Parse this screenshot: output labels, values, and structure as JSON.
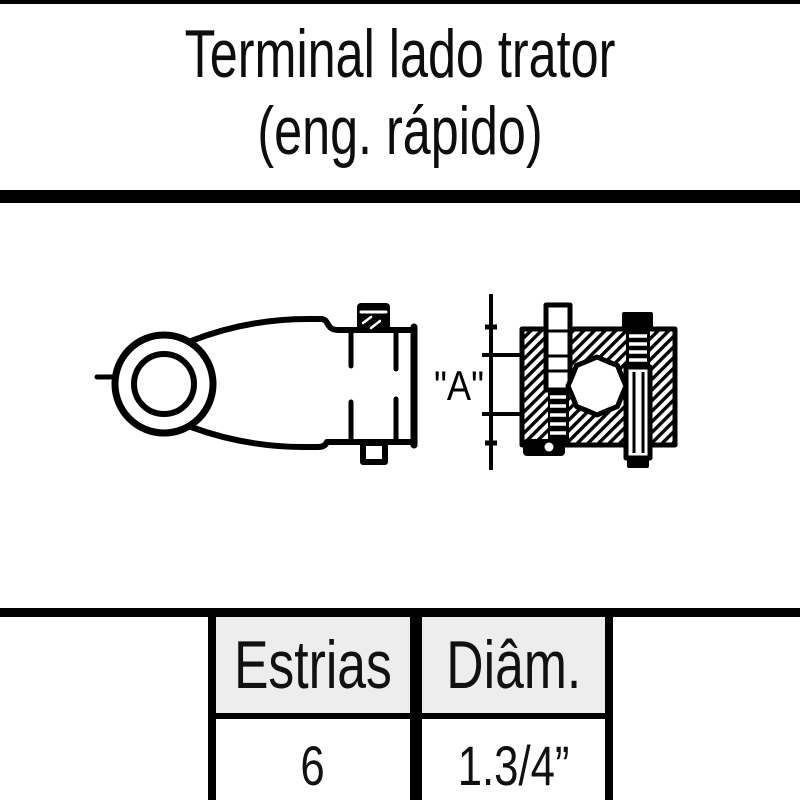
{
  "title": {
    "line1": "Terminal lado trator",
    "line2": "(eng. rápido)"
  },
  "drawing": {
    "dimension_label": "\"A\""
  },
  "table": {
    "headers": [
      "Estrias",
      "Diâm."
    ],
    "values": [
      "6",
      "1.3/4”"
    ]
  },
  "colors": {
    "ink": "#000000",
    "header_bg": "#ededed"
  }
}
